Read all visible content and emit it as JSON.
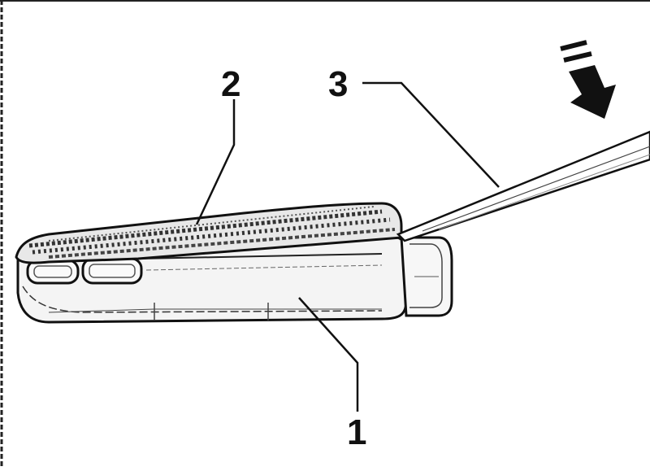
{
  "diagram": {
    "callouts": [
      {
        "id": "1",
        "text": "1",
        "target": "key-housing"
      },
      {
        "id": "2",
        "text": "2",
        "target": "key-cover"
      },
      {
        "id": "3",
        "text": "3",
        "target": "screwdriver"
      }
    ],
    "arrow": {
      "direction": "down-right",
      "meaning": "press"
    },
    "colors": {
      "ink": "#111111",
      "paper": "#ffffff"
    }
  }
}
